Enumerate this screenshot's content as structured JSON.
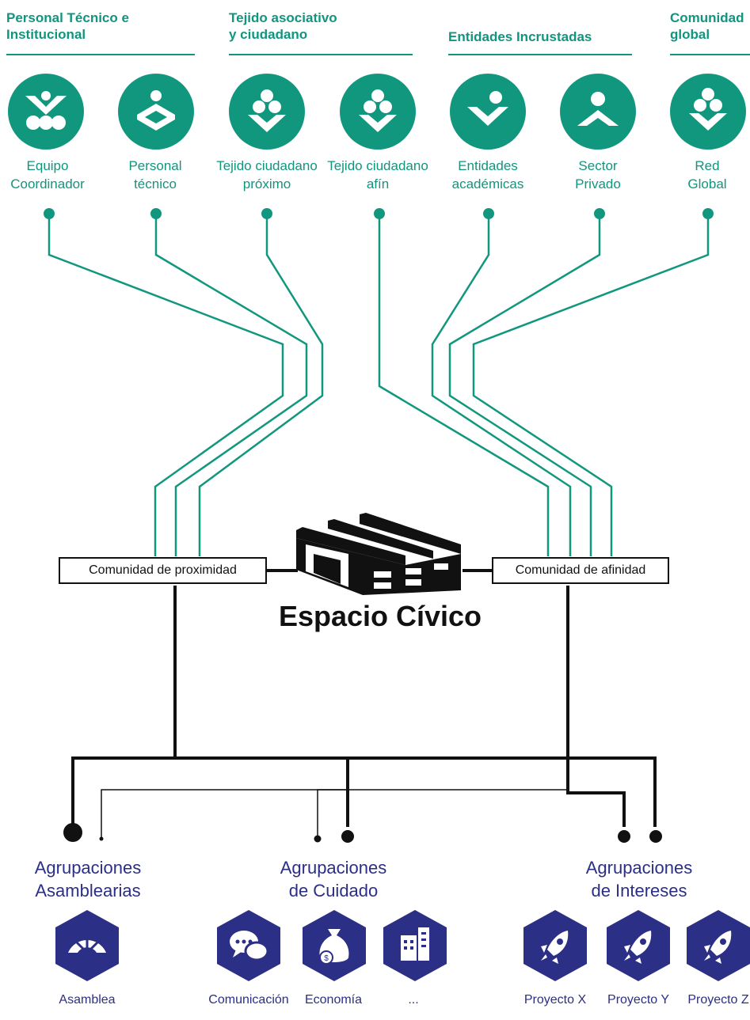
{
  "colors": {
    "accent": "#12977f",
    "navy": "#2b2f85",
    "line": "#111111"
  },
  "groups": [
    {
      "title_line1": "Personal Técnico e",
      "title_line2": "Institucional"
    },
    {
      "title_line1": "Tejido asociativo",
      "title_line2": "y ciudadano"
    },
    {
      "title_line1": "Entidades Incrustadas",
      "title_line2": ""
    },
    {
      "title_line1": "Comunidad",
      "title_line2": "global"
    }
  ],
  "roles": [
    {
      "line1": "Equipo",
      "line2": "Coordinador",
      "icon": "coordinator-icon"
    },
    {
      "line1": "Personal",
      "line2": "técnico",
      "icon": "technical-staff-icon"
    },
    {
      "line1": "Tejido ciudadano",
      "line2": "próximo",
      "icon": "nearby-citizens-icon"
    },
    {
      "line1": "Tejido ciudadano",
      "line2": "afín",
      "icon": "affine-citizens-icon"
    },
    {
      "line1": "Entidades",
      "line2": "académicas",
      "icon": "academic-icon"
    },
    {
      "line1": "Sector",
      "line2": "Privado",
      "icon": "private-sector-icon"
    },
    {
      "line1": "Red",
      "line2": "Global",
      "icon": "global-network-icon"
    }
  ],
  "center": {
    "title": "Espacio Cívico",
    "left_box": "Comunidad de proximidad",
    "right_box": "Comunidad de afinidad",
    "icon": "factory-icon"
  },
  "agrupaciones": [
    {
      "line1": "Agrupaciones",
      "line2": "Asamblearias"
    },
    {
      "line1": "Agrupaciones",
      "line2": "de Cuidado"
    },
    {
      "line1": "Agrupaciones",
      "line2": "de Intereses"
    }
  ],
  "hexes": [
    {
      "label": "Asamblea",
      "icon": "assembly-icon"
    },
    {
      "label": "Comunicación",
      "icon": "chat-icon"
    },
    {
      "label": "Economía",
      "icon": "money-bag-icon"
    },
    {
      "label": "...",
      "icon": "buildings-icon"
    },
    {
      "label": "Proyecto X",
      "icon": "rocket-icon"
    },
    {
      "label": "Proyecto Y",
      "icon": "rocket-icon"
    },
    {
      "label": "Proyecto Z",
      "icon": "rocket-icon"
    }
  ]
}
